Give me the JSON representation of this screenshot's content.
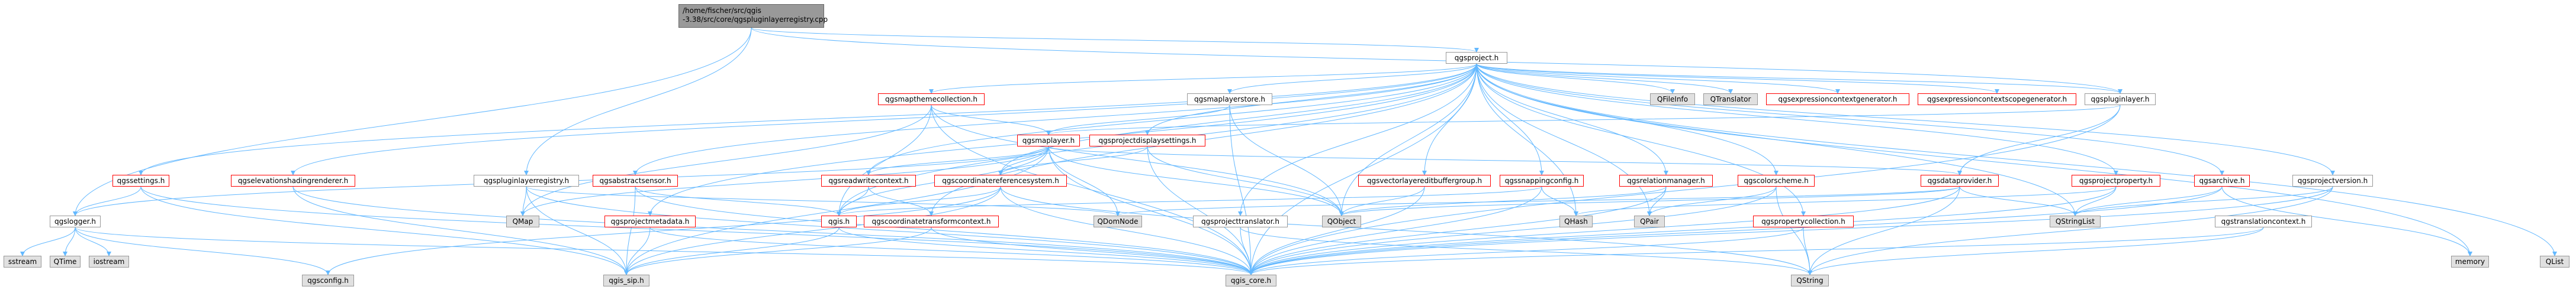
{
  "colors": {
    "edge": "#63b8ff",
    "edge_head": "#63b8ff",
    "node_border": "#999999",
    "node_border_red": "#ff0000",
    "node_fill": "#ffffff",
    "node_fill_system": "#e0e0e0",
    "node_fill_root": "#999999"
  },
  "root": {
    "path_line1": "/home/fischer/src/qgis",
    "path_line2": "-3.38/src/core/qgspluginlayerregistry.cpp"
  },
  "nodes": {
    "qgsproject_h": "qgsproject.h",
    "qgsmapthemecollection_h": "qgsmapthemecollection.h",
    "qgsmaplayerstore_h": "qgsmaplayerstore.h",
    "qfileinfo": "QFileInfo",
    "qtranslator": "QTranslator",
    "qgsexpressioncontextgenerator_h": "qgsexpressioncontextgenerator.h",
    "qgsexpressioncontextscopegenerator_h": "qgsexpressioncontextscopegenerator.h",
    "qgspluginlayer_h": "qgspluginlayer.h",
    "qgsmaplayer_h": "qgsmaplayer.h",
    "qgsprojectdisplaysettings_h": "qgsprojectdisplaysettings.h",
    "qgssettings_h": "qgssettings.h",
    "qgselevationshadingrenderer_h": "qgselevationshadingrenderer.h",
    "qgspluginlayerregistry_h": "qgspluginlayerregistry.h",
    "qgsabstractsensor_h": "qgsabstractsensor.h",
    "qgsreadwritecontext_h": "qgsreadwritecontext.h",
    "qgscoordinatereferencesystem_h": "qgscoordinatereferencesystem.h",
    "qgsvectorlayereditbuffergroup_h": "qgsvectorlayereditbuffergroup.h",
    "qgssnappingconfig_h": "qgssnappingconfig.h",
    "qgsrelationmanager_h": "qgsrelationmanager.h",
    "qgscolorscheme_h": "qgscolorscheme.h",
    "qgsdataprovider_h": "qgsdataprovider.h",
    "qgsprojectproperty_h": "qgsprojectproperty.h",
    "qgsarchive_h": "qgsarchive.h",
    "qgsprojectversion_h": "qgsprojectversion.h",
    "qgslogger_h": "qgslogger.h",
    "qmap": "QMap",
    "qgsprojectmetadata_h": "qgsprojectmetadata.h",
    "qgis_h": "qgis.h",
    "qgscoordinatetransformcontext_h": "qgscoordinatetransformcontext.h",
    "qdomnode": "QDomNode",
    "qgsprojecttranslator_h": "qgsprojecttranslator.h",
    "qobject": "QObject",
    "qhash": "QHash",
    "qpair": "QPair",
    "qgspropertycollection_h": "qgspropertycollection.h",
    "qstringlist": "QStringList",
    "qgstranslationcontext_h": "qgstranslationcontext.h",
    "sstream": "sstream",
    "qtime": "QTime",
    "iostream": "iostream",
    "qgsconfig_h": "qgsconfig.h",
    "qgis_sip_h": "qgis_sip.h",
    "qgis_core_h": "qgis_core.h",
    "qstring": "QString",
    "memory": "memory",
    "qlist": "QList"
  }
}
